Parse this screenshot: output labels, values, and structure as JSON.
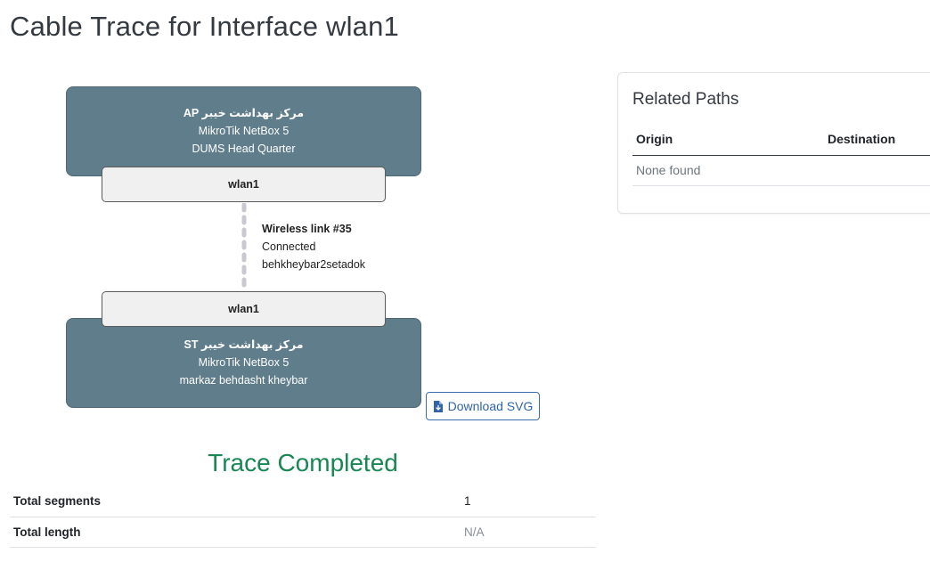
{
  "page": {
    "title": "Cable Trace for Interface wlan1"
  },
  "trace": {
    "device_a": {
      "name": "مرکز بهداشت خیبر AP",
      "model": "MikroTik NetBox 5",
      "site": "DUMS Head Quarter"
    },
    "interface_a": "wlan1",
    "link": {
      "name": "Wireless link #35",
      "status": "Connected",
      "ssid": "behkheybar2setadok"
    },
    "interface_b": "wlan1",
    "device_b": {
      "name": "مرکز بهداشت خیبر ST",
      "model": "MikroTik NetBox 5",
      "site": "markaz behdasht kheybar"
    },
    "colors": {
      "device_fill": "#607d8b",
      "interface_fill": "#f0f0f0",
      "wireless_line": "#c8c8d0"
    }
  },
  "download": {
    "label": "Download SVG",
    "icon": "file-download-icon"
  },
  "status": {
    "text": "Trace Completed",
    "color": "#198754"
  },
  "totals": {
    "segments_label": "Total segments",
    "segments_value": "1",
    "length_label": "Total length",
    "length_value": "N/A"
  },
  "related_paths": {
    "title": "Related Paths",
    "columns": [
      "Origin",
      "Destination"
    ],
    "empty_text": "None found"
  }
}
